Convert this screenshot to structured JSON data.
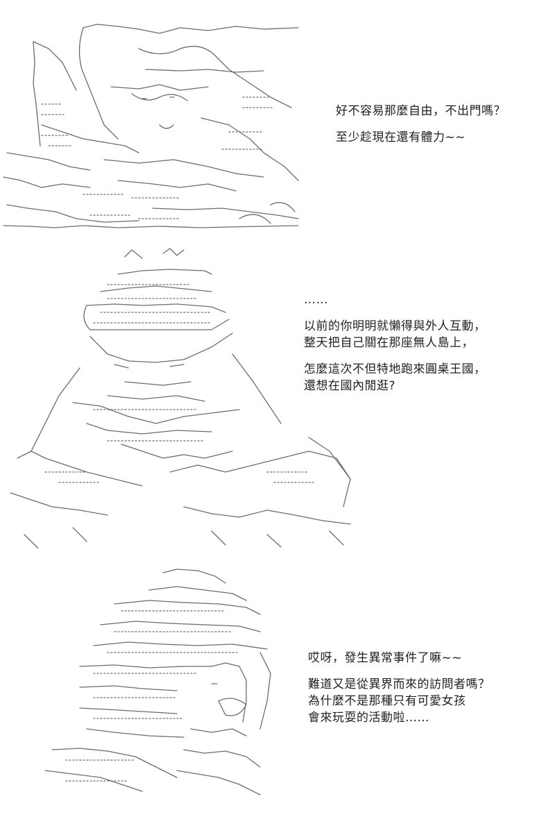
{
  "panels": [
    {
      "id": "panel-1",
      "character_art": "kneeling-figure-ascii-art",
      "dialogue": {
        "line1": "好不容易那麼自由，不出門嗎？",
        "line2": "至少趁現在還有體力~~"
      }
    },
    {
      "id": "panel-2",
      "character_art": "capped-figure-ascii-art",
      "dialogue": {
        "ellipsis": "……",
        "line1": "以前的你明明就懶得與外人互動，",
        "line2": "整天把自己關在那座無人島上，",
        "line3": "怎麼這次不但特地跑來圓桌王國，",
        "line4": "還想在國內閒逛?"
      }
    },
    {
      "id": "panel-3",
      "character_art": "long-haired-figure-ascii-art",
      "dialogue": {
        "line1": "哎呀，發生異常事件了嘛~~",
        "line2": "難道又是從異界而來的訪問者嗎？",
        "line3": "為什麼不是那種只有可愛女孩",
        "line4": "會來玩耍的活動啦……"
      }
    }
  ],
  "colors": {
    "background": "#ffffff",
    "ink": "#1a1a1a",
    "art_stroke": "#6b6b6b"
  }
}
